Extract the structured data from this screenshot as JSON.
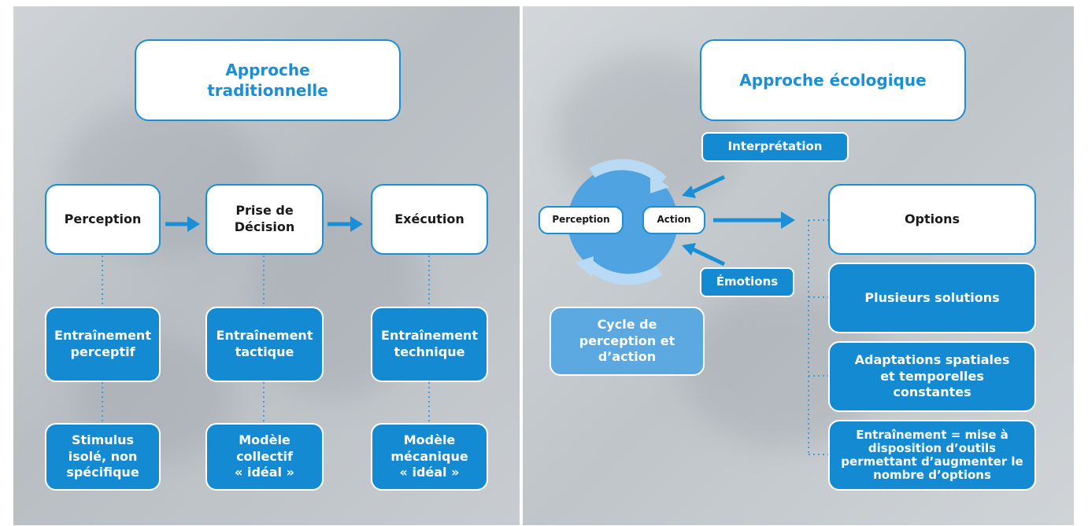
{
  "left": {
    "title": "Approche traditionnelle",
    "stages": [
      "Perception",
      "Prise de Décision",
      "Exécution"
    ],
    "trainings": [
      "Entraînement perceptif",
      "Entraînement tactique",
      "Entraînement technique"
    ],
    "models": [
      "Stimulus isolé, non spécifique",
      "Modèle collectif « idéal »",
      "Modèle mécanique « idéal »"
    ]
  },
  "right": {
    "title": "Approche écologique",
    "interpretation": "Interprétation",
    "emotions": "Émotions",
    "cycle_perception": "Perception",
    "cycle_action": "Action",
    "cycle_label": "Cycle de perception et d’action",
    "options": "Options",
    "option_items": [
      "Plusieurs solutions",
      "Adaptations spatiales et temporelles constantes",
      "Entraînement = mise à disposition d’outils permettant d’augmenter le nombre d’options"
    ]
  },
  "colors": {
    "accent": "#1a8fd6",
    "box_blue": "#138ad2",
    "light_blue": "#5ba9e0",
    "circle": "#4fa3e0"
  }
}
